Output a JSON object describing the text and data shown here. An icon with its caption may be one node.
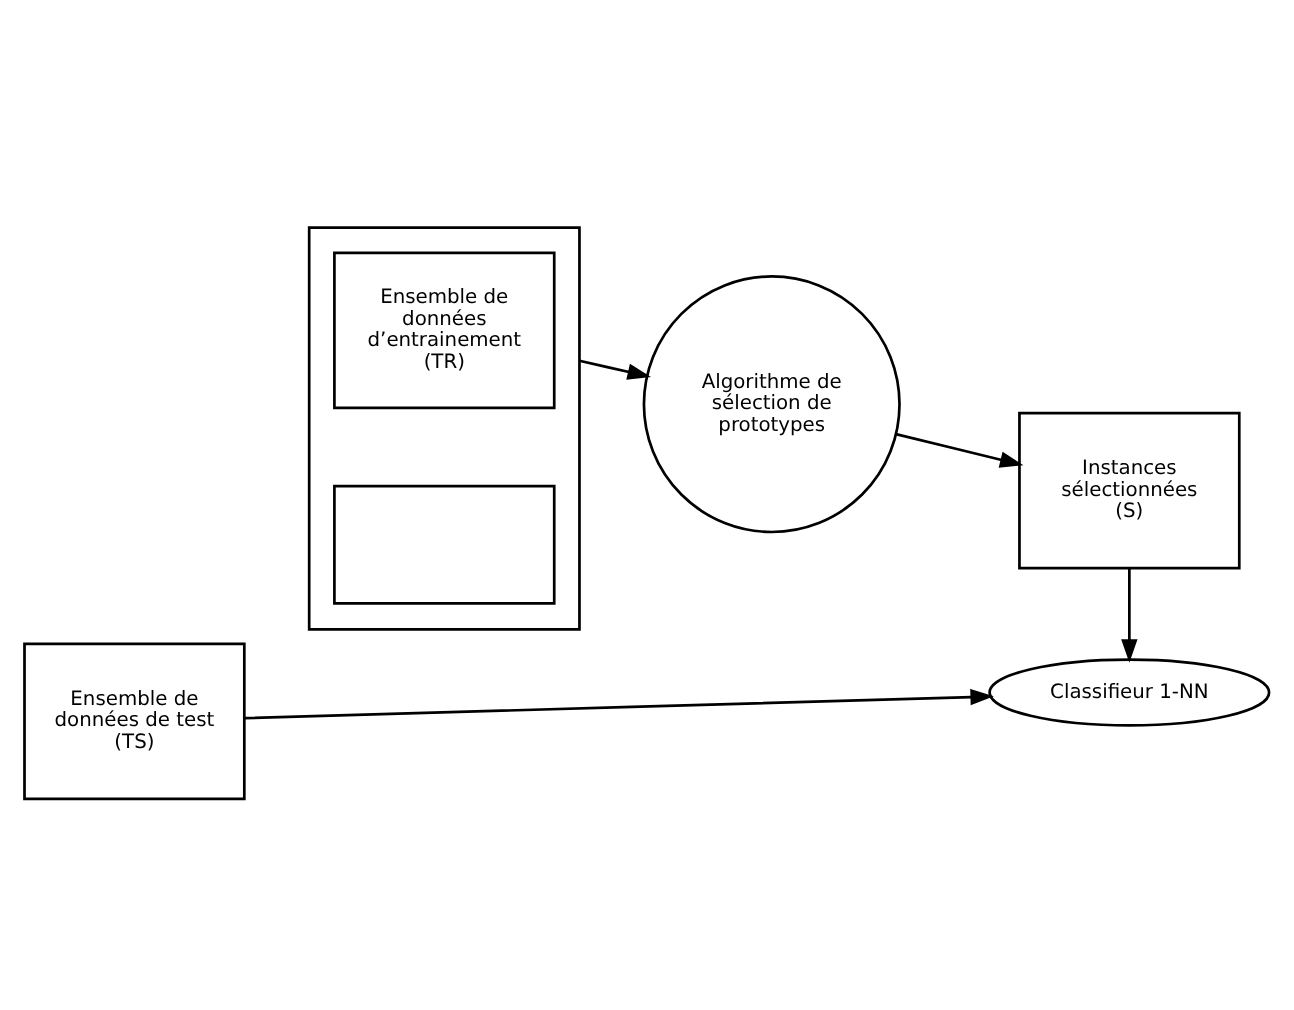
{
  "diagram": {
    "nodes": [
      {
        "text": [],
        "shape": "box"
      },
      {
        "text": [
          "Ensemble de données d’entrainement (TR)"
        ],
        "in": 0
      },
      {
        "text": [],
        "shape": "box",
        "in": 0
      },
      {
        "text": [
          "Algorithme de sélection de prototypes"
        ]
      },
      {
        "text": [
          "Instances sélectionnées (S)"
        ]
      },
      {
        "text": [
          "Ensemble de données de test (TS)"
        ]
      },
      {
        "text": [
          "Classifieur 1-NN"
        ]
      }
    ],
    "edges": [
      {
        "from": 0,
        "to": 3,
        "arrow": "to"
      },
      {
        "from": 3,
        "to": 4,
        "arrow": "to"
      },
      {
        "from": 4,
        "to": 6,
        "arrow": "to"
      },
      {
        "from": 5,
        "to": 6,
        "arrow": "to"
      }
    ]
  }
}
